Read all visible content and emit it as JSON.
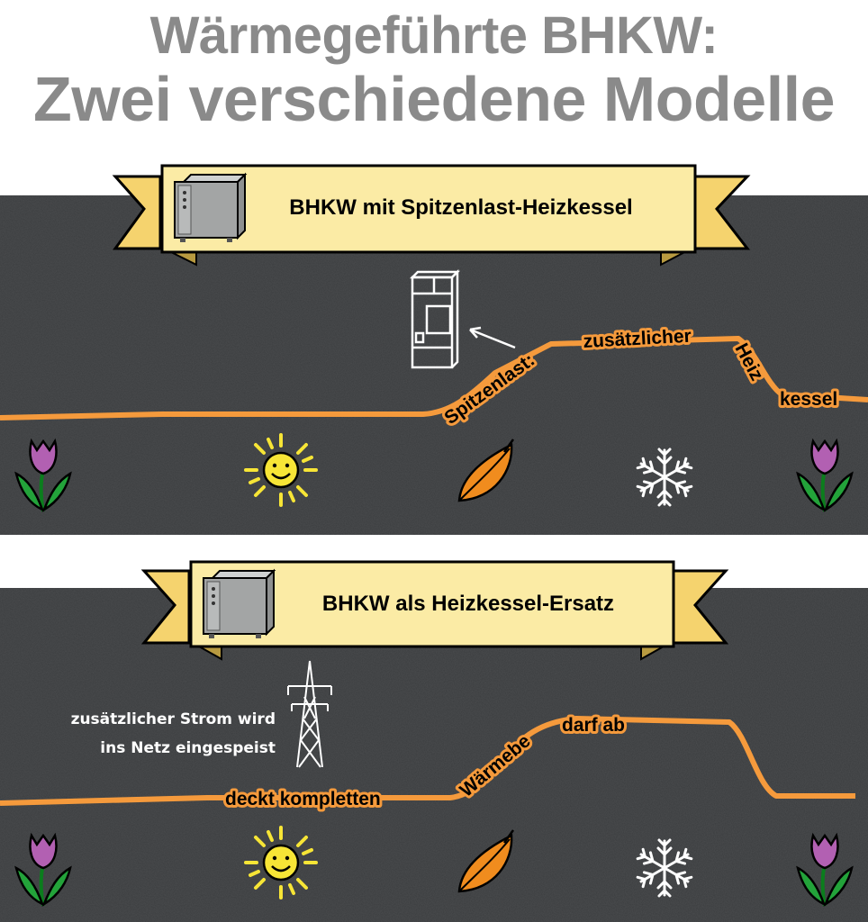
{
  "title": {
    "line1": "Wärmegeführte BHKW:",
    "line2": "Zwei verschiedene Modelle"
  },
  "panels": [
    {
      "banner_label": "BHKW mit Spitzenlast-Heizkessel",
      "curve_text": [
        "Spitzenlast:",
        "zusätzlicher",
        "Heiz",
        "kessel"
      ]
    },
    {
      "banner_label": "BHKW als Heizkessel-Ersatz",
      "grid_note": [
        "zusätzlicher Strom wird",
        "ins Netz eingespeist"
      ],
      "curve_text": [
        "deckt kompletten",
        "Wärmebe",
        "darf ab"
      ]
    }
  ],
  "icons": [
    "bhkw-unit-icon",
    "boiler-icon",
    "power-pylon-icon",
    "tulip-icon",
    "sun-icon",
    "autumn-leaf-icon",
    "snowflake-icon"
  ],
  "colors": {
    "title": "#8a8a8a",
    "chalkboard": "#3a3c3e",
    "banner": "#fbeba5",
    "banner_fold": "#f5d36e",
    "curve": "#f59a3c",
    "sun": "#f7e536",
    "tulip": "#b260b2",
    "leaf": "#f08c1e"
  }
}
